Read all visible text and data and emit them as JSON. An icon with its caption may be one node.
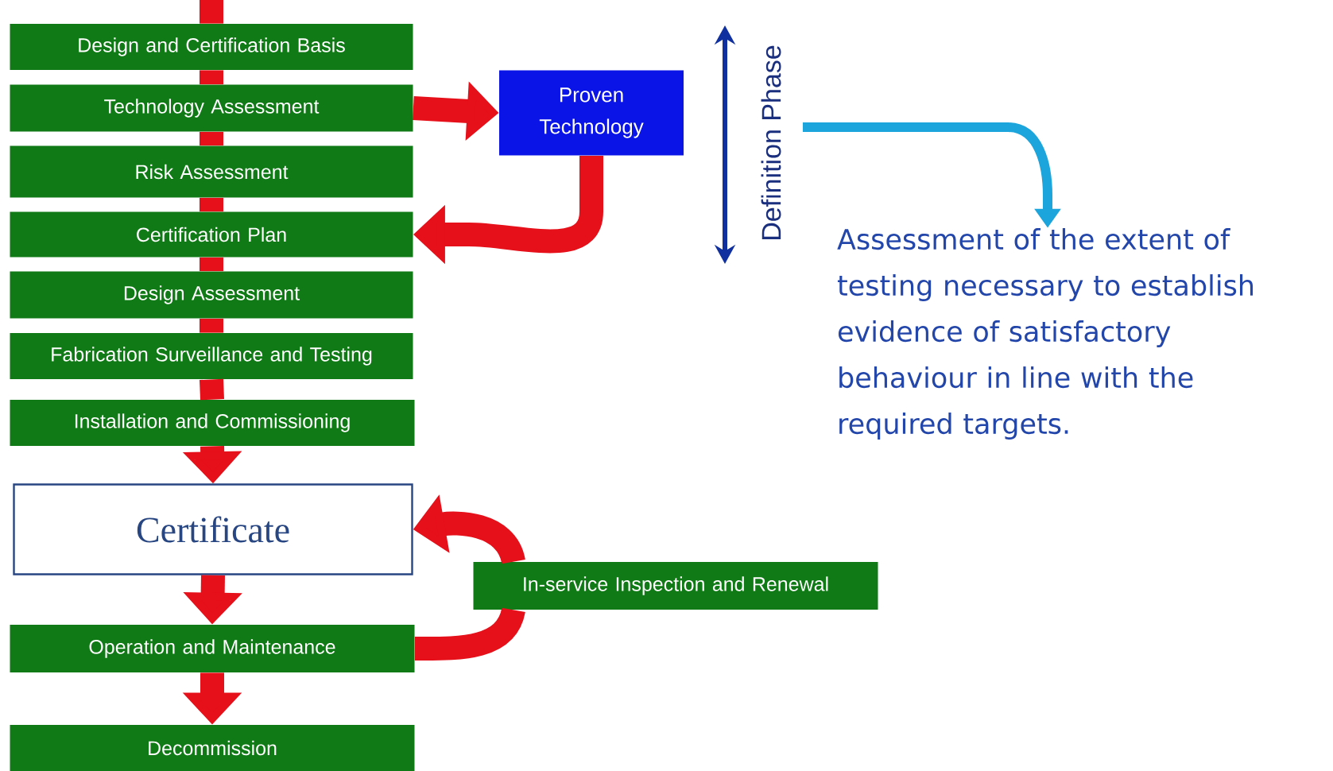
{
  "diagram": {
    "nodes": [
      {
        "text": [
          "Design and Certification Basis"
        ]
      },
      {
        "text": [
          "Technology Assessment"
        ]
      },
      {
        "text": [
          "Risk Assessment"
        ]
      },
      {
        "text": [
          "Certification Plan"
        ]
      },
      {
        "text": [
          "Design Assessment"
        ]
      },
      {
        "text": [
          "Fabrication Surveillance and Testing"
        ]
      },
      {
        "text": [
          "Installation and Commissioning"
        ]
      },
      {
        "text": [
          "Certificate"
        ]
      },
      {
        "text": [
          "Operation and Maintenance"
        ]
      },
      {
        "text": [
          "Decommission"
        ]
      },
      {
        "text": [
          "Proven Technology"
        ]
      },
      {
        "text": [
          "In-service Inspection and Renewal"
        ]
      },
      {
        "text": [
          "Assessment of the extent of testing necessary to establish evidence of satisfactory behaviour in line with the required targets."
        ]
      }
    ],
    "edges": [
      {
        "from": null,
        "to": 0,
        "arrow": "none"
      },
      {
        "from": 0,
        "to": 1,
        "arrow": "none"
      },
      {
        "from": 1,
        "to": 2,
        "arrow": "none"
      },
      {
        "from": 2,
        "to": 3,
        "arrow": "none"
      },
      {
        "from": 3,
        "to": 4,
        "arrow": "none"
      },
      {
        "from": 4,
        "to": 5,
        "arrow": "none"
      },
      {
        "from": 5,
        "to": 6,
        "arrow": "none"
      },
      {
        "from": 6,
        "to": 7,
        "arrow": "to"
      },
      {
        "from": 1,
        "to": 10,
        "arrow": "to"
      },
      {
        "from": 10,
        "to": 3,
        "arrow": "to"
      },
      {
        "from": 7,
        "to": 8,
        "arrow": "to"
      },
      {
        "from": 8,
        "to": 9,
        "arrow": "to"
      },
      {
        "from": 8,
        "to": 11,
        "arrow": "none"
      },
      {
        "from": 11,
        "to": 7,
        "arrow": "to"
      },
      {
        "from": null,
        "to": 12,
        "arrow": "to",
        "color": "#1ba5dc"
      }
    ],
    "labels": [
      "Definition Phase"
    ]
  }
}
